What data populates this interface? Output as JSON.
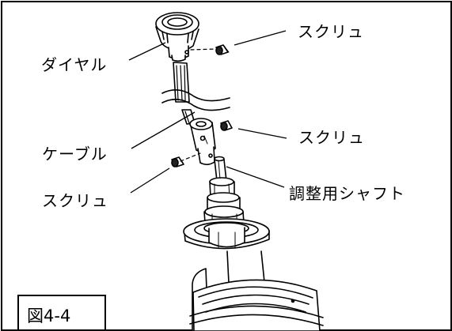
{
  "figure": {
    "figure_number": "図4-4",
    "labels": {
      "dial": "ダイヤル",
      "screw_top": "スクリュ",
      "cable": "ケーブル",
      "screw_middle": "スクリュ",
      "screw_bottom": "スクリュ",
      "adjust_shaft": "調整用シャフト"
    }
  }
}
